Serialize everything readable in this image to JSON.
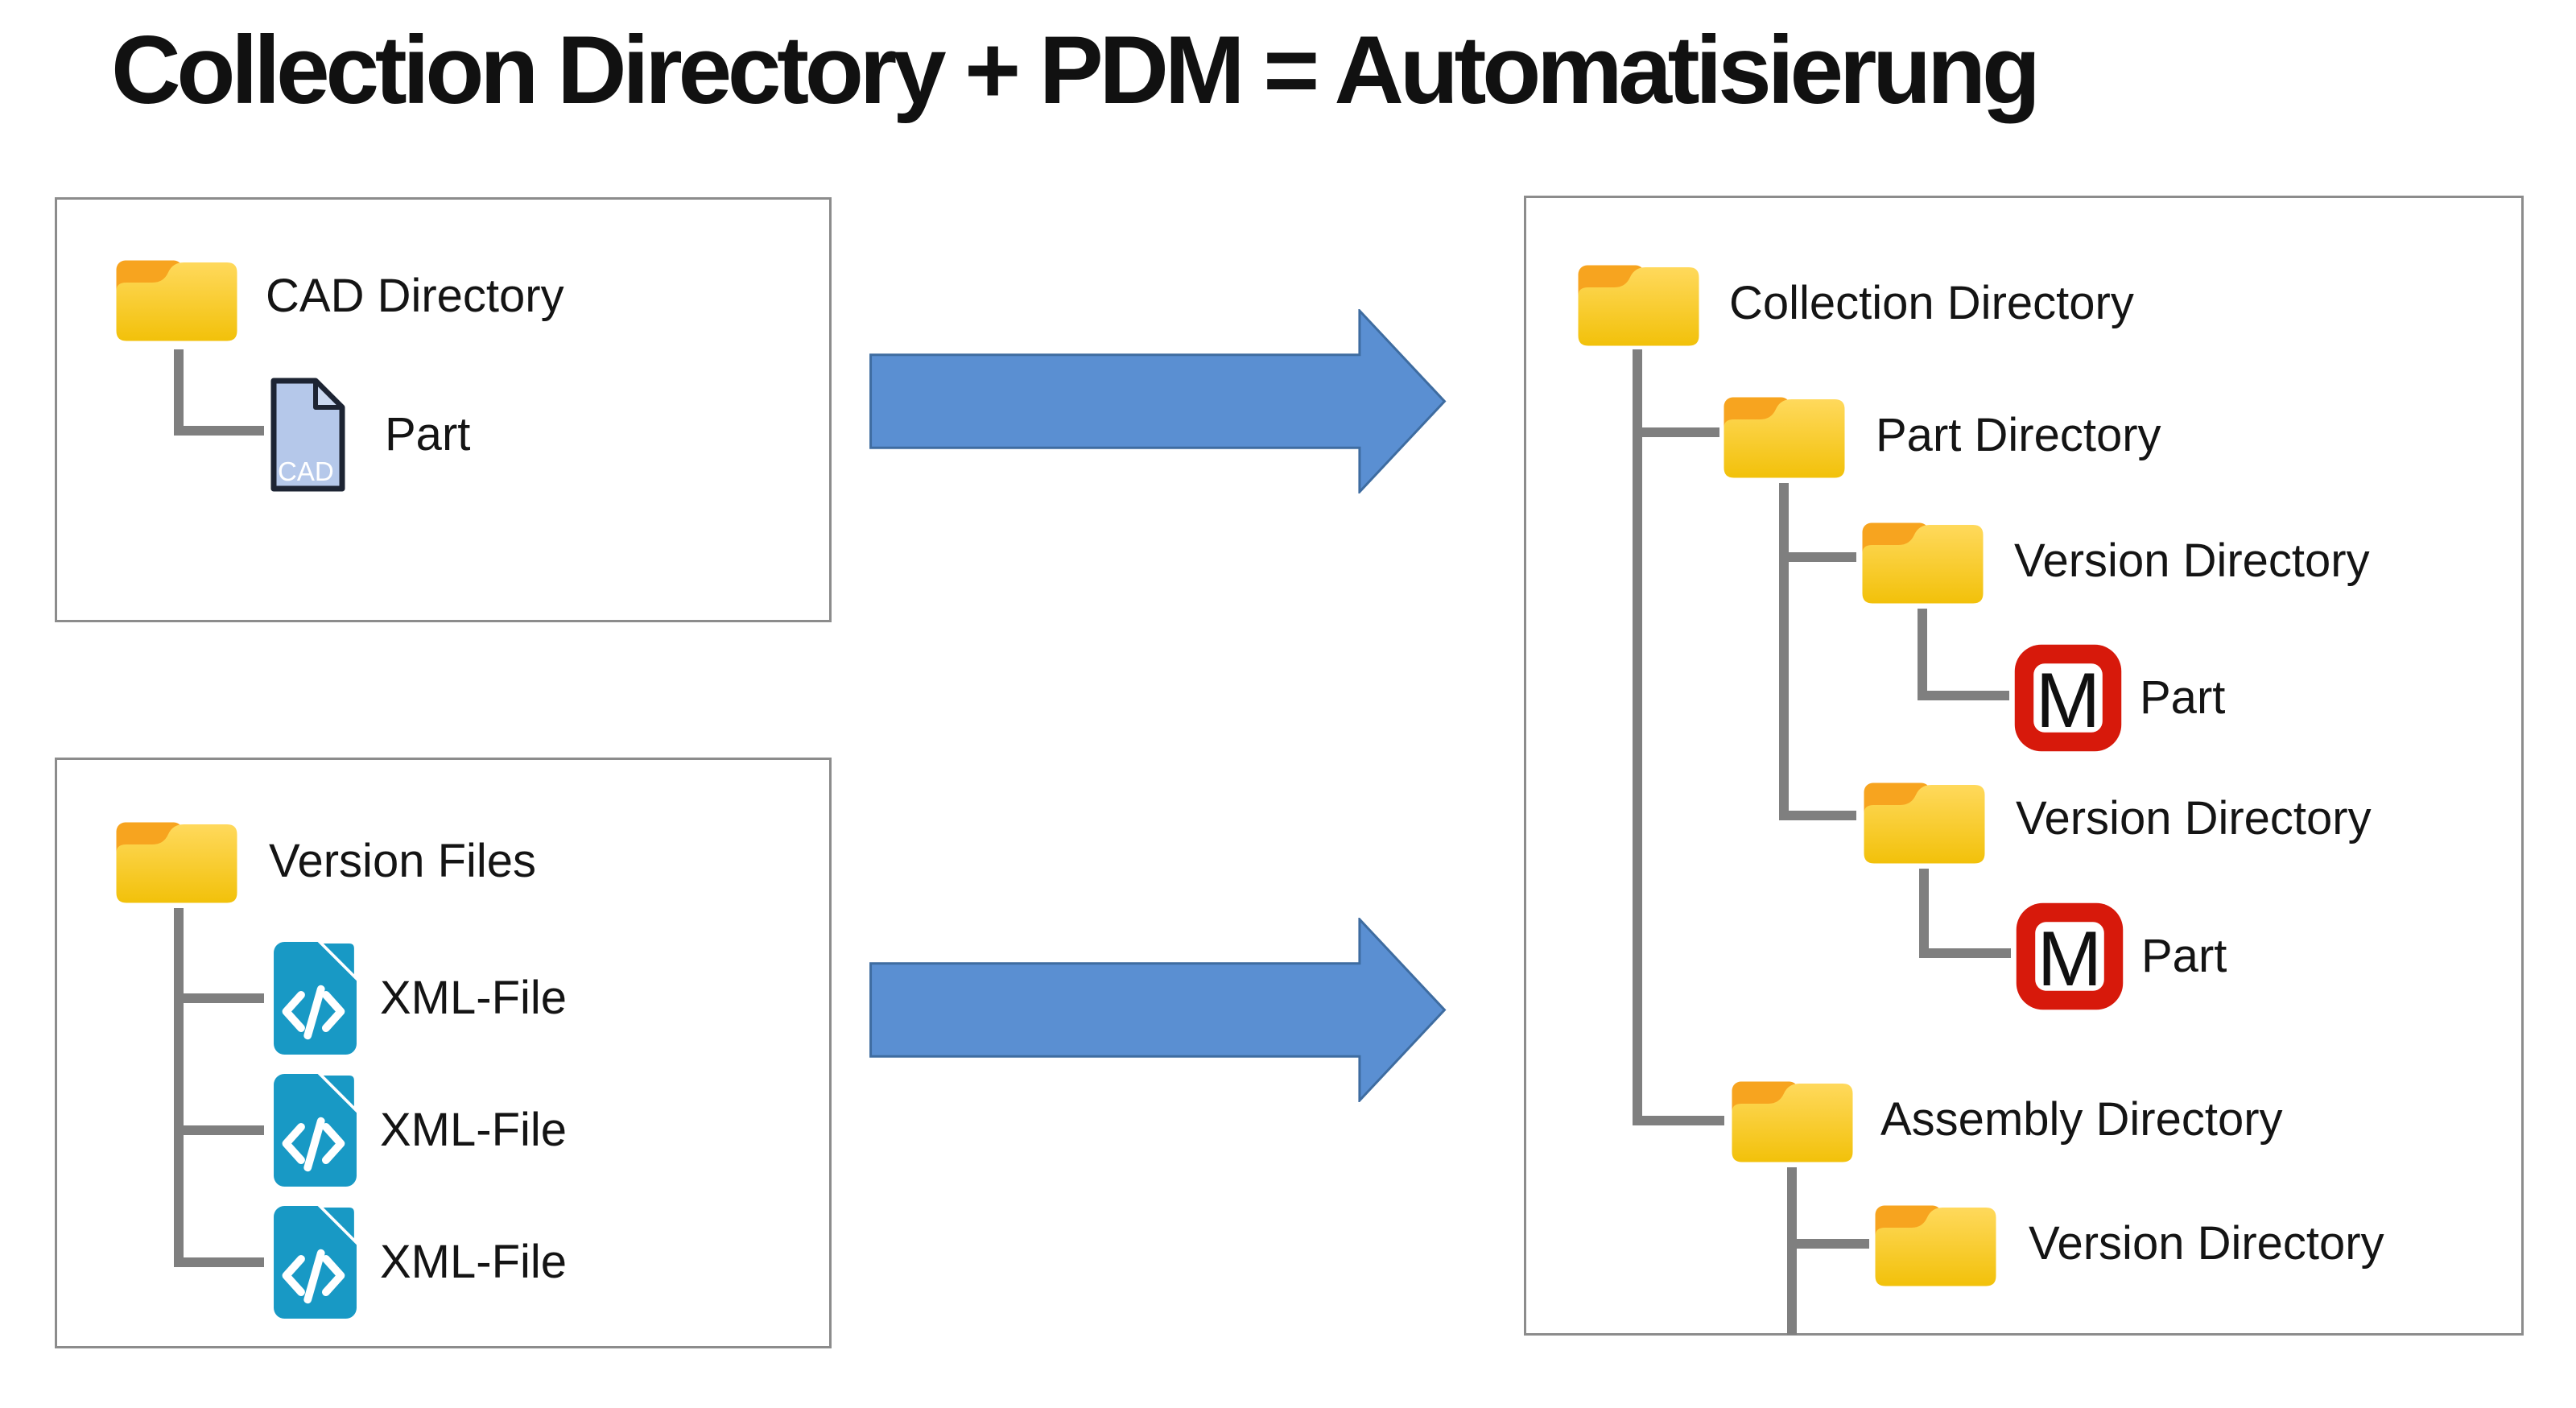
{
  "title": "Collection Directory + PDM = Automatisierung",
  "panels": {
    "cad": {
      "root_label": "CAD Directory",
      "child_label": "Part",
      "child_icon": "cad-file-icon",
      "badge": "CAD"
    },
    "versions": {
      "root_label": "Version Files",
      "items": [
        {
          "label": "XML-File",
          "icon": "xml-file-icon"
        },
        {
          "label": "XML-File",
          "icon": "xml-file-icon"
        },
        {
          "label": "XML-File",
          "icon": "xml-file-icon"
        }
      ]
    },
    "collection": {
      "rows": [
        {
          "label": "Collection Directory",
          "icon": "folder-icon",
          "level": 0
        },
        {
          "label": "Part Directory",
          "icon": "folder-icon",
          "level": 1
        },
        {
          "label": "Version Directory",
          "icon": "folder-icon",
          "level": 2
        },
        {
          "label": "Part",
          "icon": "m-part-icon",
          "level": 3
        },
        {
          "label": "Version Directory",
          "icon": "folder-icon",
          "level": 2
        },
        {
          "label": "Part",
          "icon": "m-part-icon",
          "level": 3
        },
        {
          "label": "Assembly Directory",
          "icon": "folder-icon",
          "level": 1
        },
        {
          "label": "Version Directory",
          "icon": "folder-icon",
          "level": 2
        }
      ]
    }
  },
  "arrows": {
    "count": 2,
    "direction": "right"
  },
  "icons": {
    "m_letter": "M",
    "xml_glyph": "</>",
    "folder": "folder-icon"
  },
  "colors": {
    "arrow_fill": "#5A8FD2",
    "arrow_stroke": "#3E6CA0",
    "folder_yellow_top": "#FFD95C",
    "folder_yellow_bottom": "#F2C10A",
    "folder_orange": "#F7A41F",
    "xml_teal": "#1899C5",
    "cad_doc_fill": "#B5C8EA",
    "cad_doc_fold": "#CBD9F1",
    "cad_doc_outline": "#1D2433",
    "m_red": "#D7190B",
    "connector_gray": "#7F7F7F",
    "panel_border": "#8C8C8C",
    "text": "#141414"
  }
}
